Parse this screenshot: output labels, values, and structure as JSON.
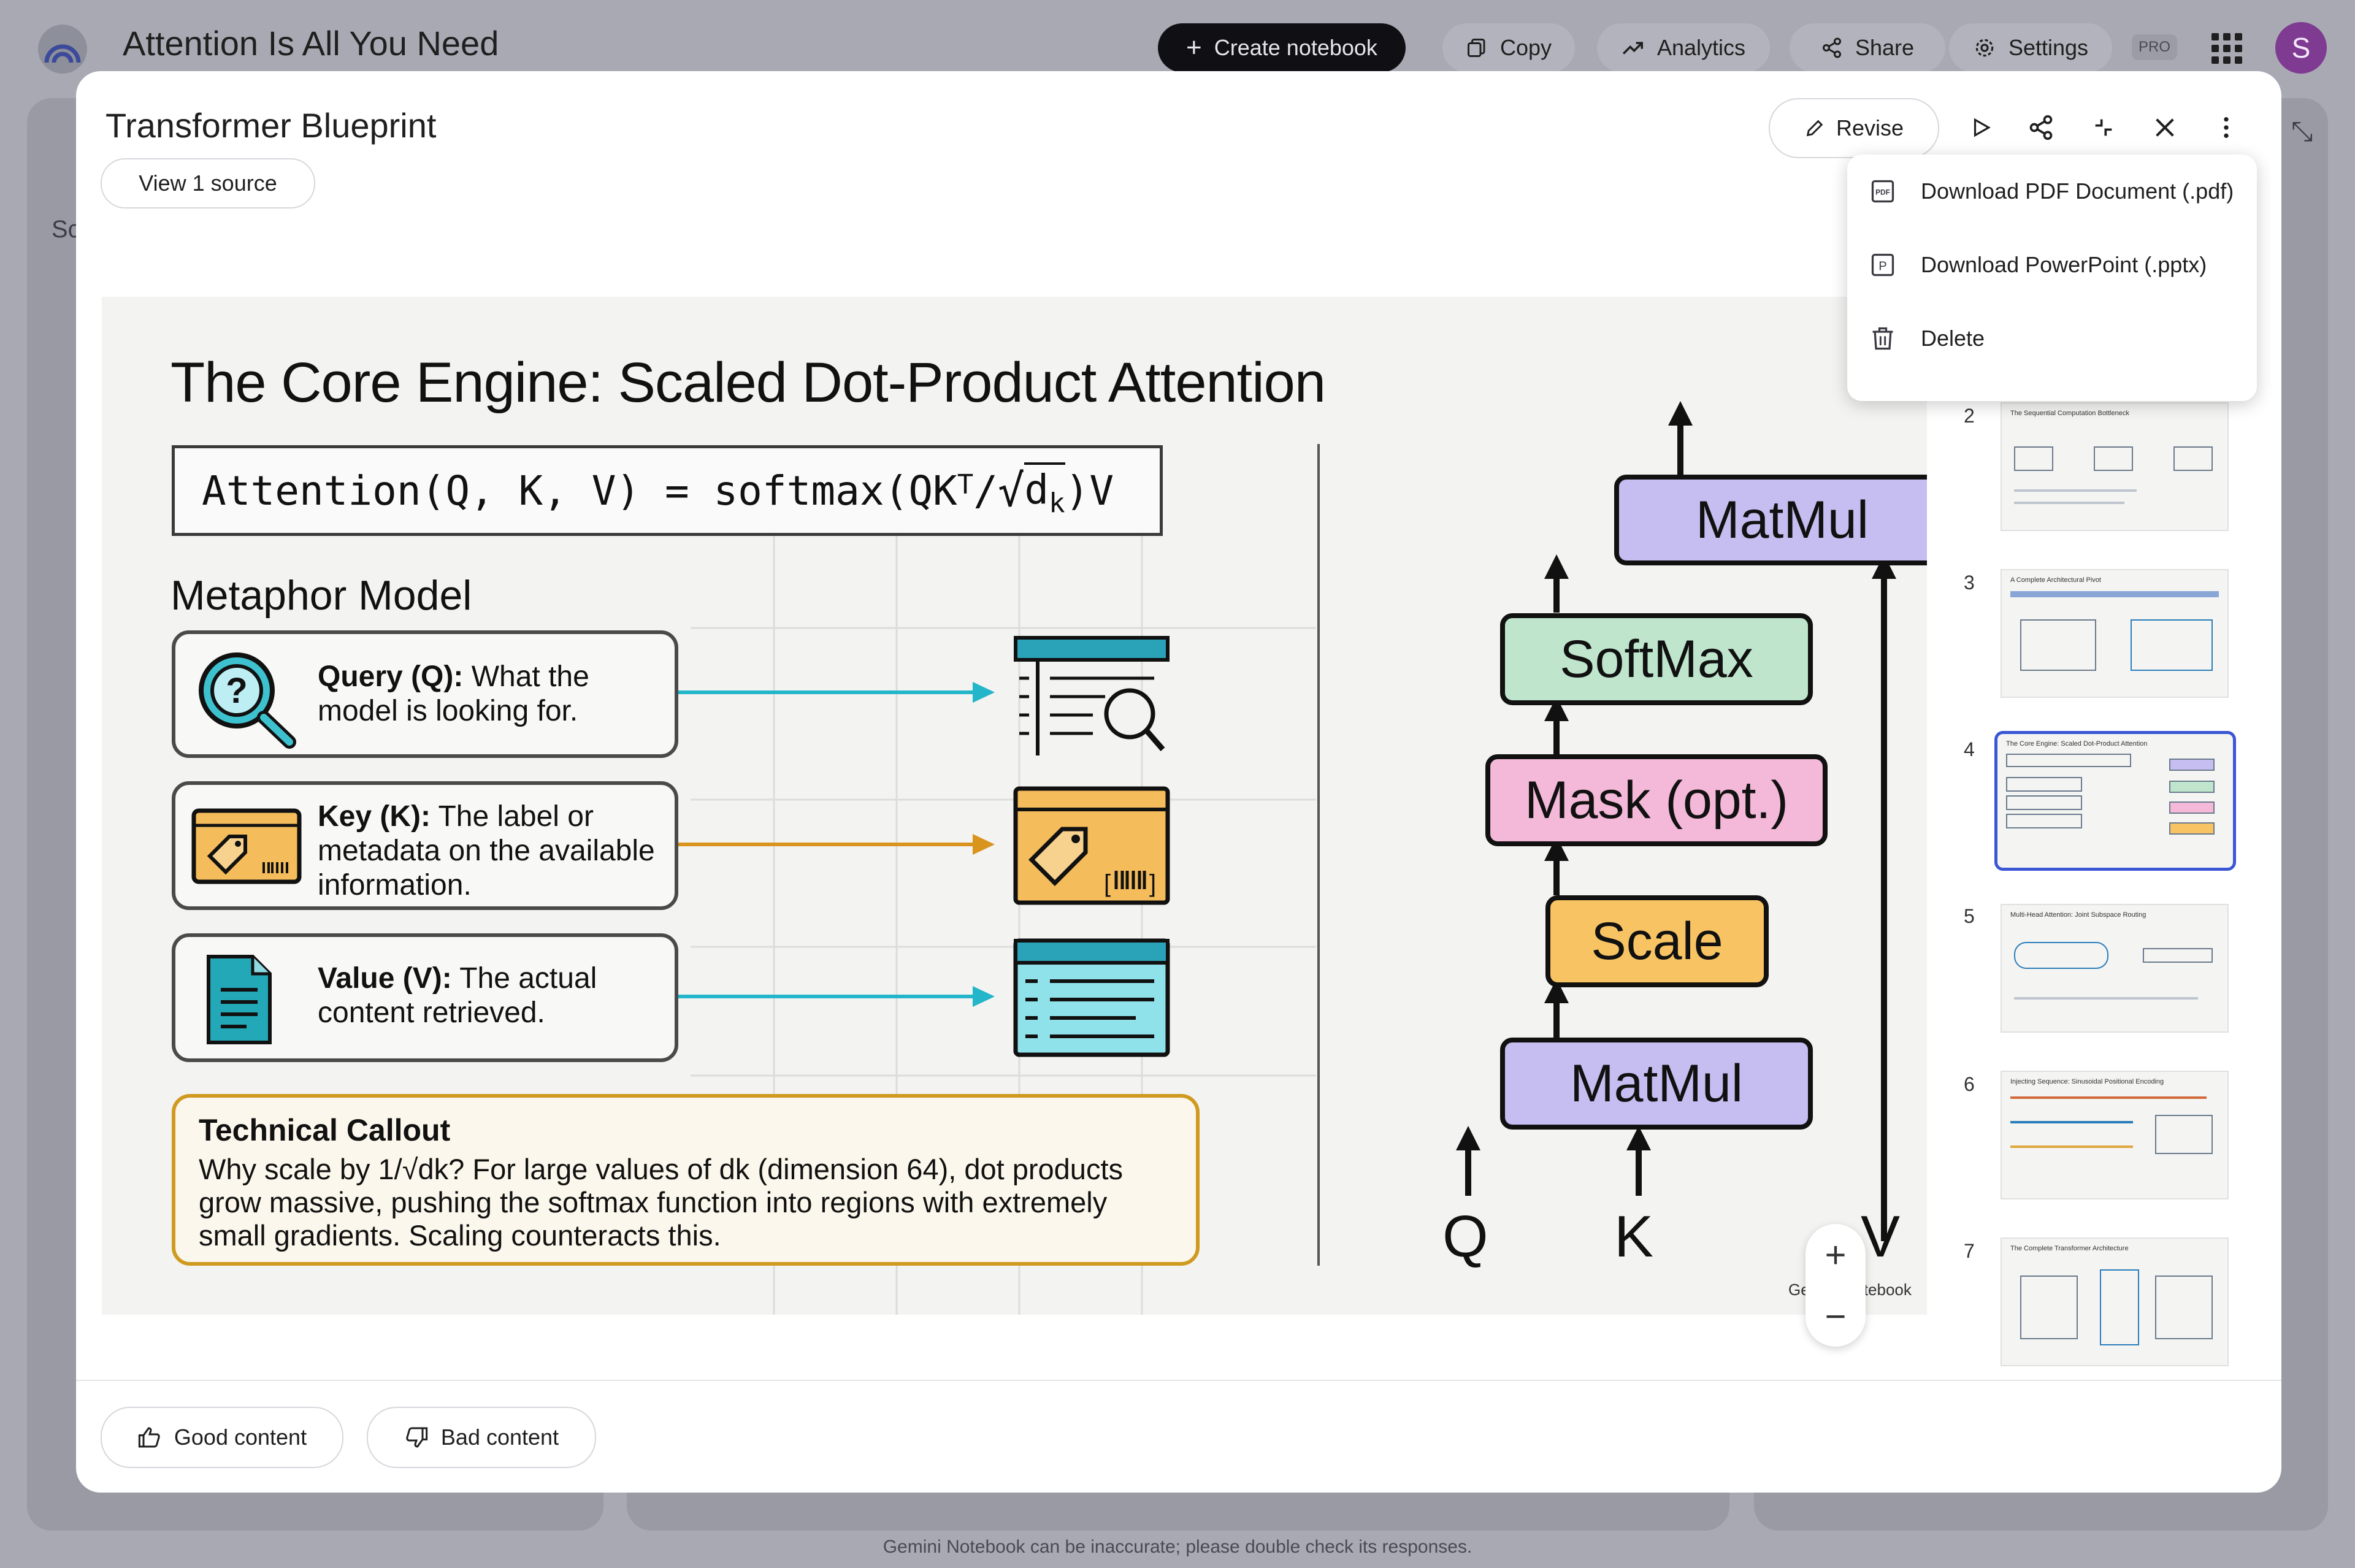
{
  "app": {
    "notebook_title": "Attention Is All You Need",
    "create_label": "Create notebook",
    "copy_label": "Copy",
    "analytics_label": "Analytics",
    "share_label": "Share",
    "settings_label": "Settings",
    "pro_badge": "PRO",
    "avatar_initial": "S",
    "sidebar_peek": "Sc",
    "disclaimer": "Gemini Notebook can be inaccurate; please double check its responses."
  },
  "modal": {
    "title": "Transformer Blueprint",
    "view_source_label": "View 1 source",
    "revise_label": "Revise",
    "good_content_label": "Good content",
    "bad_content_label": "Bad content"
  },
  "menu": {
    "items": [
      {
        "label": "Download PDF Document (.pdf)",
        "icon": "pdf-icon"
      },
      {
        "label": "Download PowerPoint (.pptx)",
        "icon": "pptx-icon"
      },
      {
        "label": "Delete",
        "icon": "trash-icon"
      }
    ]
  },
  "slide": {
    "title": "The Core Engine: Scaled Dot-Product Attention",
    "formula_prefix": "Attention(Q, K, V) = softmax(QK",
    "formula_sup": "T",
    "formula_mid": "/",
    "formula_sqrt_arg": "d",
    "formula_sub": "k",
    "formula_suffix": ")V",
    "metaphor_heading": "Metaphor Model",
    "query_bold": "Query (Q):",
    "query_text": " What the model is looking for.",
    "key_bold": "Key (K):",
    "key_text": " The label or metadata on the available information.",
    "value_bold": "Value (V):",
    "value_text": " The actual content retrieved.",
    "callout_heading": "Technical Callout",
    "callout_body": "Why scale by 1/√dk? For large values of dk (dimension 64), dot products grow massive, pushing the softmax function into regions with extremely small gradients. Scaling counteracts this.",
    "blocks": {
      "matmul_top": "MatMul",
      "softmax": "SoftMax",
      "mask": "Mask (opt.)",
      "scale": "Scale",
      "matmul_bottom": "MatMul"
    },
    "inputs": [
      "Q",
      "K",
      "V"
    ],
    "brand": "Gemini Notebook",
    "colors": {
      "matmul": "#c6bdf0",
      "softmax": "#bfe6cd",
      "mask": "#f4b8d8",
      "scale": "#f8c463",
      "query_line": "#23b5c9",
      "key_line": "#d9941e",
      "callout_border": "#d09a20"
    }
  },
  "zoom": {
    "plus": "+",
    "minus": "−"
  },
  "thumbnails": [
    {
      "num": "2",
      "title": "The Sequential Computation Bottleneck"
    },
    {
      "num": "3",
      "title": "A Complete Architectural Pivot"
    },
    {
      "num": "4",
      "title": "The Core Engine: Scaled Dot-Product Attention",
      "selected": true
    },
    {
      "num": "5",
      "title": "Multi-Head Attention: Joint Subspace Routing"
    },
    {
      "num": "6",
      "title": "Injecting Sequence: Sinusoidal Positional Encoding"
    },
    {
      "num": "7",
      "title": "The Complete Transformer Architecture"
    }
  ]
}
